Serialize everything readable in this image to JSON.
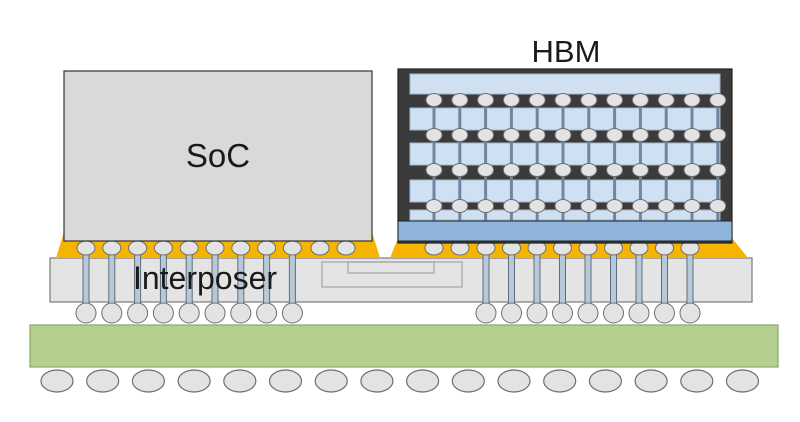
{
  "labels": {
    "soc": "SoC",
    "hbm": "HBM",
    "interposer": "Interposer"
  },
  "colors": {
    "soc_fill": "#d9d9d9",
    "interposer_fill": "#e4e4e4",
    "substrate_fill": "#b5cf8e",
    "hbm_frame": "#3b3b3b",
    "hbm_die": "#cfe0f2",
    "hbm_base_die": "#8eb4dc",
    "underfill": "#f4b400",
    "bump_fill": "#e3e3e3",
    "tsv_fill": "#b9c8d6"
  },
  "icons": [
    "solder-ball",
    "micro-bump",
    "through-silicon-via"
  ]
}
